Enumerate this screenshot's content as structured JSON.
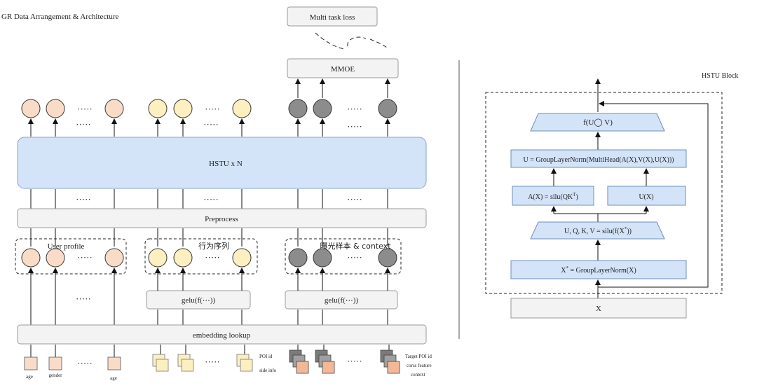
{
  "left": {
    "title": "GR Data Arrangement & Architecture",
    "loss_label": "Multi task loss",
    "mmoe_label": "MMOE",
    "hstu_label": "HSTU x N",
    "preprocess_label": "Preprocess",
    "embedding_label": "embedding lookup",
    "gelu_label": "gelu(f(⋯))",
    "dots": "·····",
    "groups": {
      "user_profile": "User profile",
      "behavior_seq": "行为序列",
      "exposure": "曝光样本 & context"
    },
    "inputs": {
      "age_1": "age",
      "gender": "gender",
      "age_2": "age",
      "poi_id": "POI id",
      "side_info": "side info",
      "target_poi_id": "Target POI id",
      "cross_feature": "corss feature",
      "context": "context"
    },
    "colors": {
      "profile": "#f8dcc8",
      "behavior": "#fcefc0",
      "exposure": "#8c8c8c",
      "hstu_fill": "#d3e3f8",
      "box_fill": "#f3f3f3"
    }
  },
  "right": {
    "title": "HSTU Block",
    "f_label": "f(U◯ V)",
    "u_label": "U = GroupLayerNorm(MultiHead(A(X),V(X),U(X)))",
    "a_label_main": "A(X) = silu(QK",
    "a_label_sup": "T",
    "a_label_tail": ")",
    "ux_label": "U(X)",
    "uqkv_label_main": "U, Q, K, V = silu(f(X",
    "uqkv_label_sup": "*",
    "uqkv_label_tail": "))",
    "xstar_label_main": "X",
    "xstar_label_sup": "*",
    "xstar_label_tail": " = GroupLayerNorm(X)",
    "x_label": "X"
  }
}
